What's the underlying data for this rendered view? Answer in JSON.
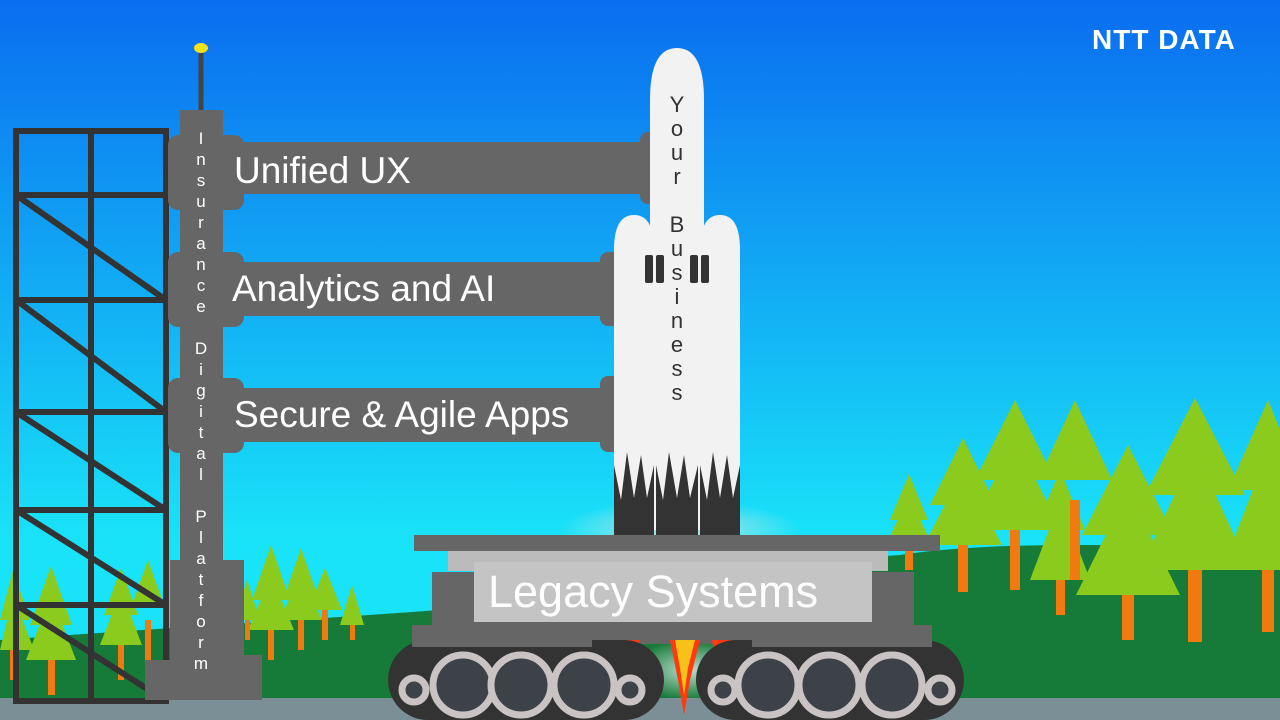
{
  "brand": {
    "logo_text": "NTT DATA"
  },
  "tower": {
    "label": "Insurance Digital Platform"
  },
  "arms": [
    {
      "label": "Unified UX"
    },
    {
      "label": "Analytics and AI"
    },
    {
      "label": "Secure & Agile Apps"
    }
  ],
  "rocket": {
    "label": "Your Business"
  },
  "crawler": {
    "label": "Legacy Systems"
  },
  "colors": {
    "sky_top": "#0a6df0",
    "sky_bottom": "#19e3f8",
    "grass": "#167a38",
    "tower": "#666666",
    "tree": "#8bcb1e",
    "trunk": "#f07a10",
    "rocket": "#f2f2f2",
    "flame": "#ff3a10"
  }
}
